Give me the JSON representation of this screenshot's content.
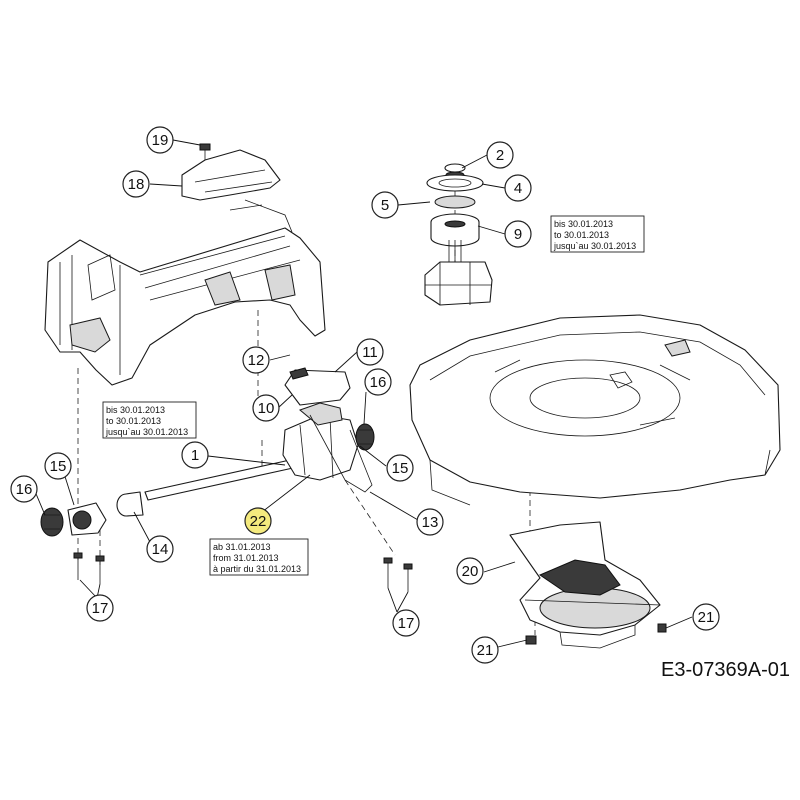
{
  "drawing_code": "E3-07369A-01",
  "callouts": {
    "c1": "1",
    "c2": "2",
    "c4": "4",
    "c5": "5",
    "c9": "9",
    "c10": "10",
    "c11": "11",
    "c12": "12",
    "c13": "13",
    "c14": "14",
    "c15a": "15",
    "c15b": "15",
    "c16a": "16",
    "c16b": "16",
    "c17a": "17",
    "c17b": "17",
    "c18": "18",
    "c19": "19",
    "c20": "20",
    "c21a": "21",
    "c21b": "21",
    "c22": "22"
  },
  "notes": {
    "top_right": [
      "bis 30.01.2013",
      "to 30.01.2013",
      "jusqu`au 30.01.2013"
    ],
    "middle_left": [
      "bis 30.01.2013",
      "to 30.01.2013",
      "jusqu`au 30.01.2013"
    ],
    "lower_middle": [
      "ab 31.01.2013",
      "from 31.01.2013",
      "à partir du 31.01.2013"
    ]
  },
  "highlight_color": "#f4ea7e"
}
